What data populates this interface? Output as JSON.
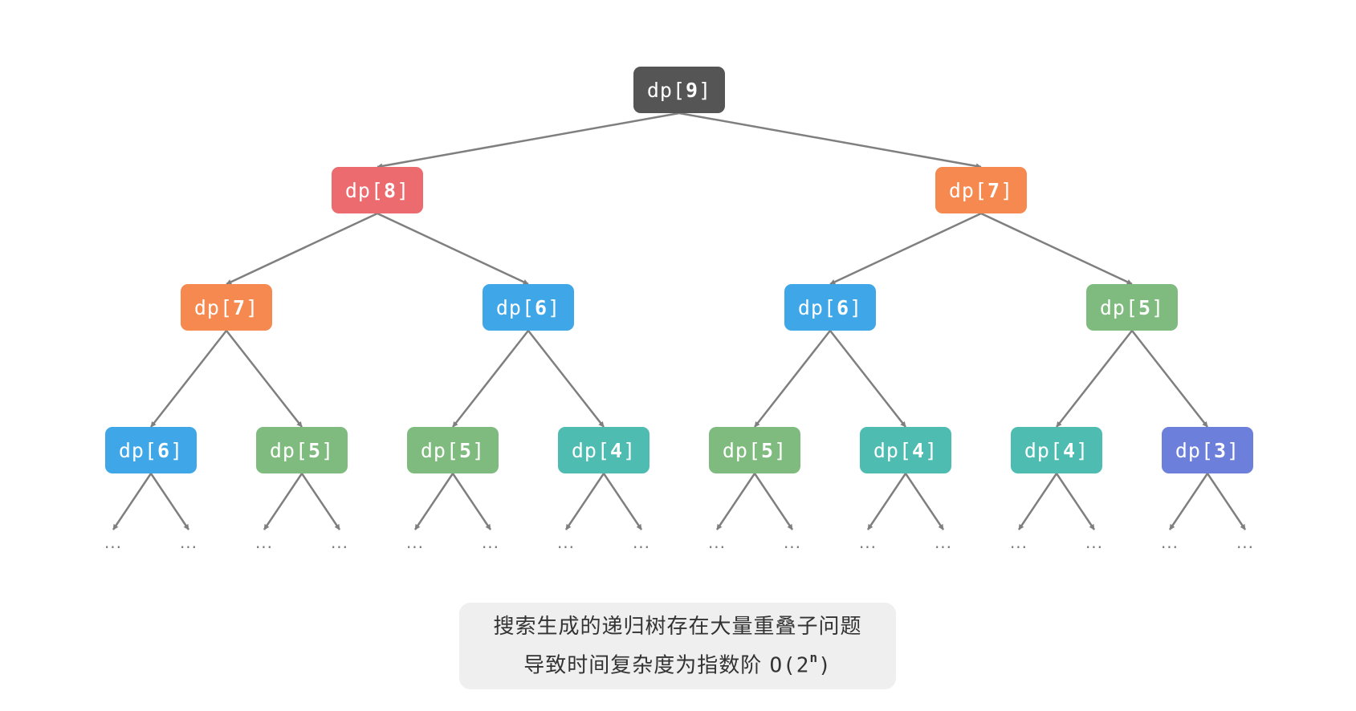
{
  "colors": {
    "edge": "#7f7f7f",
    "dp9": "#555555",
    "dp8": "#ec6b6f",
    "dp7": "#f5894f",
    "dp6": "#3fa7e8",
    "dp5": "#7fbb7e",
    "dp4": "#4fbcb2",
    "dp3": "#6c7fda",
    "caption_bg": "#efefef"
  },
  "tree": {
    "root": {
      "prefix": "dp[",
      "num": "9",
      "suffix": "]"
    },
    "level1": [
      {
        "prefix": "dp[",
        "num": "8",
        "suffix": "]"
      },
      {
        "prefix": "dp[",
        "num": "7",
        "suffix": "]"
      }
    ],
    "level2": [
      {
        "prefix": "dp[",
        "num": "7",
        "suffix": "]"
      },
      {
        "prefix": "dp[",
        "num": "6",
        "suffix": "]"
      },
      {
        "prefix": "dp[",
        "num": "6",
        "suffix": "]"
      },
      {
        "prefix": "dp[",
        "num": "5",
        "suffix": "]"
      }
    ],
    "level3": [
      {
        "prefix": "dp[",
        "num": "6",
        "suffix": "]"
      },
      {
        "prefix": "dp[",
        "num": "5",
        "suffix": "]"
      },
      {
        "prefix": "dp[",
        "num": "5",
        "suffix": "]"
      },
      {
        "prefix": "dp[",
        "num": "4",
        "suffix": "]"
      },
      {
        "prefix": "dp[",
        "num": "5",
        "suffix": "]"
      },
      {
        "prefix": "dp[",
        "num": "4",
        "suffix": "]"
      },
      {
        "prefix": "dp[",
        "num": "4",
        "suffix": "]"
      },
      {
        "prefix": "dp[",
        "num": "3",
        "suffix": "]"
      }
    ],
    "ellipsis": "···"
  },
  "caption": {
    "line1": "搜索生成的递归树存在大量重叠子问题",
    "line2_text": "导致时间复杂度为指数阶 ",
    "complexity_base": "O(2",
    "complexity_exp": "n",
    "complexity_close": ")"
  }
}
